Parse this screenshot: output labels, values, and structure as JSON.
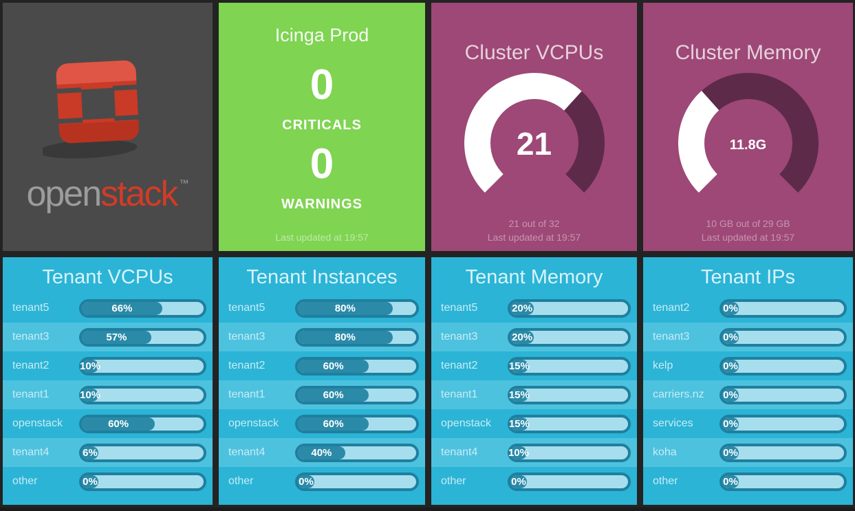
{
  "openstack_tile": {
    "wordmark_open": "open",
    "wordmark_stack": "stack",
    "trademark": "™"
  },
  "icinga_tile": {
    "title": "Icinga Prod",
    "criticals_value": "0",
    "criticals_label": "CRITICALS",
    "warnings_value": "0",
    "warnings_label": "WARNINGS",
    "updated": "Last updated at 19:57"
  },
  "cluster_vcpus_tile": {
    "title": "Cluster VCPUs",
    "value": "21",
    "gauge": {
      "min": 0,
      "max": 32,
      "value": 21
    },
    "moreinfo": "21 out of 32",
    "updated": "Last updated at 19:57"
  },
  "cluster_memory_tile": {
    "title": "Cluster Memory",
    "value": "11.8G",
    "gauge": {
      "min": 0,
      "max": 29,
      "value": 10
    },
    "moreinfo": "10 GB out of 29 GB",
    "updated": "Last updated at 19:57"
  },
  "tenant_vcpus_tile": {
    "title": "Tenant VCPUs",
    "rows": [
      {
        "label": "tenant5",
        "value": 66,
        "pct": "66%"
      },
      {
        "label": "tenant3",
        "value": 57,
        "pct": "57%"
      },
      {
        "label": "tenant2",
        "value": 10,
        "pct": "10%"
      },
      {
        "label": "tenant1",
        "value": 10,
        "pct": "10%"
      },
      {
        "label": "openstack",
        "value": 60,
        "pct": "60%"
      },
      {
        "label": "tenant4",
        "value": 6,
        "pct": "6%"
      },
      {
        "label": "other",
        "value": 0,
        "pct": "0%"
      }
    ]
  },
  "tenant_instances_tile": {
    "title": "Tenant Instances",
    "rows": [
      {
        "label": "tenant5",
        "value": 80,
        "pct": "80%"
      },
      {
        "label": "tenant3",
        "value": 80,
        "pct": "80%"
      },
      {
        "label": "tenant2",
        "value": 60,
        "pct": "60%"
      },
      {
        "label": "tenant1",
        "value": 60,
        "pct": "60%"
      },
      {
        "label": "openstack",
        "value": 60,
        "pct": "60%"
      },
      {
        "label": "tenant4",
        "value": 40,
        "pct": "40%"
      },
      {
        "label": "other",
        "value": 0,
        "pct": "0%"
      }
    ]
  },
  "tenant_memory_tile": {
    "title": "Tenant Memory",
    "rows": [
      {
        "label": "tenant5",
        "value": 20,
        "pct": "20%"
      },
      {
        "label": "tenant3",
        "value": 20,
        "pct": "20%"
      },
      {
        "label": "tenant2",
        "value": 15,
        "pct": "15%"
      },
      {
        "label": "tenant1",
        "value": 15,
        "pct": "15%"
      },
      {
        "label": "openstack",
        "value": 15,
        "pct": "15%"
      },
      {
        "label": "tenant4",
        "value": 10,
        "pct": "10%"
      },
      {
        "label": "other",
        "value": 0,
        "pct": "0%"
      }
    ]
  },
  "tenant_ips_tile": {
    "title": "Tenant IPs",
    "rows": [
      {
        "label": "tenant2",
        "value": 0,
        "pct": "0%"
      },
      {
        "label": "tenant3",
        "value": 0,
        "pct": "0%"
      },
      {
        "label": "kelp",
        "value": 0,
        "pct": "0%"
      },
      {
        "label": "carriers.nz",
        "value": 0,
        "pct": "0%"
      },
      {
        "label": "services",
        "value": 0,
        "pct": "0%"
      },
      {
        "label": "koha",
        "value": 0,
        "pct": "0%"
      },
      {
        "label": "other",
        "value": 0,
        "pct": "0%"
      }
    ]
  },
  "colors": {
    "tile_gray": "#4A4A4A",
    "tile_green": "#7FD452",
    "tile_purple": "#9D4876",
    "gauge_track": "#5E2A4A",
    "tile_cyan": "#2BB4D6",
    "row_stripe": "#4DC2DF",
    "bar_fill": "#2A8AA8",
    "bar_border": "#1F7F9E",
    "bar_background": "#A7DEEE",
    "openstack_red": "#D23B27"
  }
}
